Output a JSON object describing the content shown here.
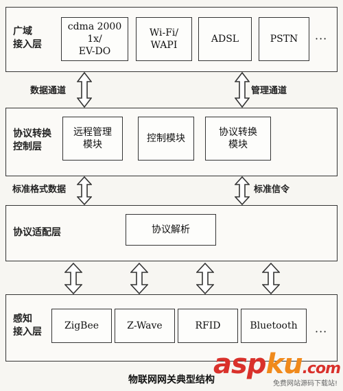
{
  "layers": {
    "wan": {
      "label": "广域\n接入层",
      "boxes": [
        "cdma 2000 1x/\nEV-DO",
        "Wi-Fi/\nWAPI",
        "ADSL",
        "PSTN"
      ],
      "ellipsis": "···"
    },
    "conversion": {
      "label": "协议转换\n控制层",
      "boxes": [
        "远程管理\n模块",
        "控制模块",
        "协议转换\n模块"
      ]
    },
    "adaptation": {
      "label": "协议适配层",
      "boxes": [
        "协议解析"
      ]
    },
    "sensing": {
      "label": "感知\n接入层",
      "boxes": [
        "ZigBee",
        "Z-Wave",
        "RFID",
        "Bluetooth"
      ],
      "ellipsis": "···"
    }
  },
  "channels": {
    "data": "数据通道",
    "management": "管理通道",
    "standard_data": "标准格式数据",
    "standard_signal": "标准信令"
  },
  "caption": "物联网网关典型结构",
  "watermark": {
    "asp": "asp",
    "ku": "ku",
    "tld": ".com",
    "sub": "免费网站源码下载站!"
  },
  "colors": {
    "border": "#333333",
    "watermark_red": "#d9312b",
    "watermark_orange": "#f08a1c"
  }
}
